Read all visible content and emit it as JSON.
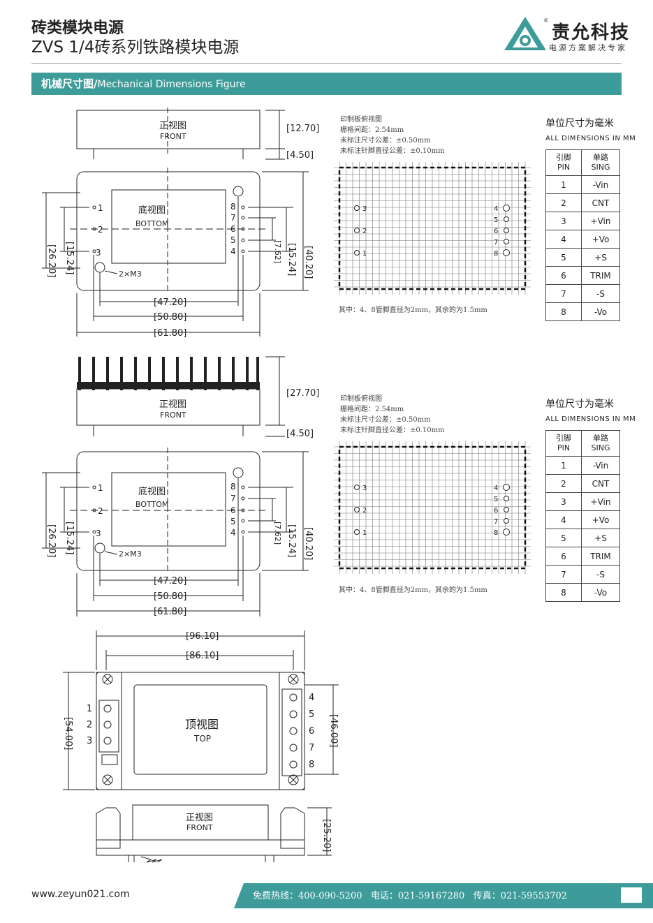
{
  "header": {
    "title_line1": "砖类模块电源",
    "title_line2": "ZVS 1/4砖系列铁路模块电源",
    "company": "责允科技",
    "slogan": "电源方案解决专家",
    "logo_mark": "®"
  },
  "section": {
    "title_cn": "机械尺寸图/",
    "title_en": "Mechanical Dimensions Figure"
  },
  "drawing1": {
    "front_cn": "正视图",
    "front_en": "FRONT",
    "bottom_cn": "底视图",
    "bottom_en": "BOTTOM",
    "dim_height": "[12.70]",
    "dim_pin": "[4.50]",
    "dim_w1": "[47.20]",
    "dim_w2": "[50.80]",
    "dim_w3": "[61.80]",
    "dim_h1": "[26.20]",
    "dim_h2": "[15.24]",
    "dim_h3": "[7.62]",
    "dim_h4": "[15.24]",
    "dim_h5": "[40.20]",
    "screw": "2×M3",
    "left_pins": [
      "1",
      "2",
      "3"
    ],
    "right_pins": [
      "8",
      "7",
      "6",
      "5",
      "4"
    ]
  },
  "drawing2": {
    "front_cn": "正视图",
    "front_en": "FRONT",
    "bottom_cn": "底视图",
    "bottom_en": "BOTTOM",
    "dim_height": "[27.70]",
    "dim_pin": "[4.50]",
    "dim_w1": "[47.20]",
    "dim_w2": "[50.80]",
    "dim_w3": "[61.80]",
    "dim_h1": "[26.20]",
    "dim_h2": "[15.24]",
    "dim_h3": "[7.62]",
    "dim_h4": "[15.24]",
    "dim_h5": "[40.20]",
    "screw": "2×M3",
    "left_pins": [
      "1",
      "2",
      "3"
    ],
    "right_pins": [
      "8",
      "7",
      "6",
      "5",
      "4"
    ]
  },
  "pcb_note": {
    "title": "印制板俯视图",
    "line1": "栅格间距：2.54mm",
    "line2": "未标注尺寸公差：±0.50mm",
    "line3": "未标注针脚直径公差：±0.10mm",
    "footnote": "其中：4、8管脚直径为2mm，其余的为1.5mm",
    "left_pins": [
      "3",
      "2",
      "1"
    ],
    "right_pins": [
      "4",
      "5",
      "6",
      "7",
      "8"
    ]
  },
  "units": {
    "cn": "单位尺寸为毫米",
    "en": "ALL DIMENSIONS IN MM"
  },
  "pin_table": {
    "head": {
      "col1_cn": "引脚",
      "col1_en": "PIN",
      "col2_cn": "单路",
      "col2_en": "SING"
    },
    "rows": [
      {
        "pin": "1",
        "sig": "-Vin"
      },
      {
        "pin": "2",
        "sig": "CNT"
      },
      {
        "pin": "3",
        "sig": "+Vin"
      },
      {
        "pin": "4",
        "sig": "+Vo"
      },
      {
        "pin": "5",
        "sig": "+S"
      },
      {
        "pin": "6",
        "sig": "TRIM"
      },
      {
        "pin": "7",
        "sig": "-S"
      },
      {
        "pin": "8",
        "sig": "-Vo"
      }
    ]
  },
  "drawing3": {
    "dim_w1": "[96.10]",
    "dim_w2": "[86.10]",
    "dim_h1": "[54.00]",
    "dim_h2": "[46.00]",
    "dim_h3": "[25.20]",
    "top_cn": "顶视图",
    "top_en": "TOP",
    "front_cn": "正视图",
    "front_en": "FRONT",
    "left_pins": [
      "1",
      "2",
      "3"
    ],
    "right_pins": [
      "4",
      "5",
      "6",
      "7",
      "8"
    ]
  },
  "footer": {
    "url": "www.zeyun021.com",
    "hotline": "免费热线：400-090-5200",
    "phone": "电话：021-59167280",
    "fax": "传真：021-59553702"
  },
  "colors": {
    "accent": "#3d9c9a"
  }
}
